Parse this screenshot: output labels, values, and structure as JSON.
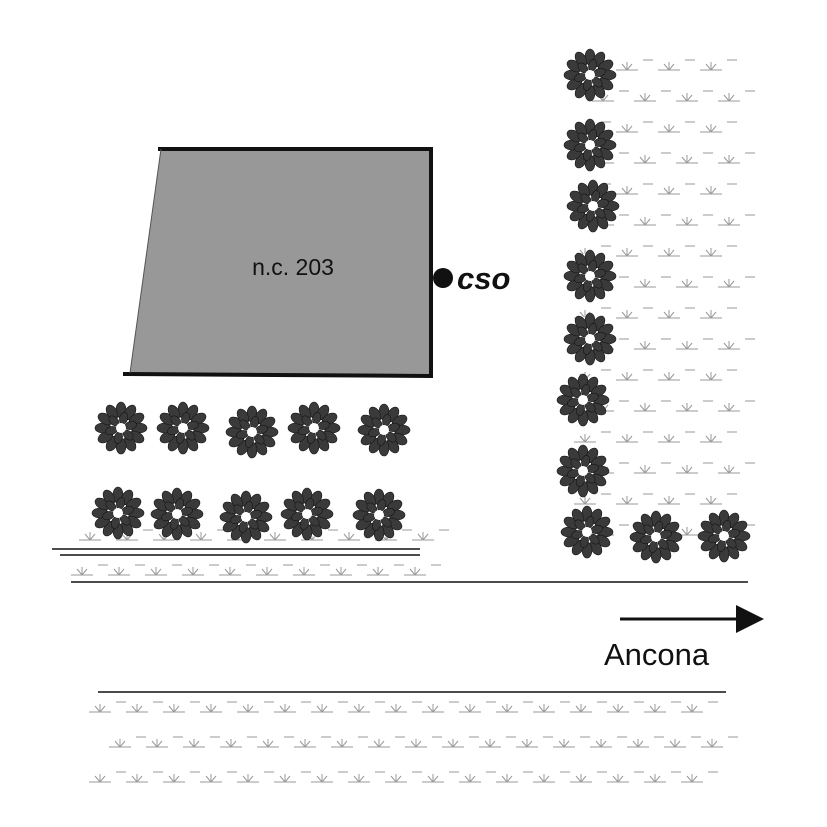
{
  "building": {
    "label": "n.c. 203",
    "fill": "#989898",
    "stroke": "#111111"
  },
  "monitor_point": {
    "label": "cso",
    "color": "#111111"
  },
  "direction": {
    "label": "Ancona",
    "arrow_icon": "arrow-right-icon"
  },
  "colors": {
    "line": "#111111",
    "tree": "#3a3a3a",
    "grass": "#9a9a9a"
  },
  "icons": {
    "tree": "shrub-icon",
    "grass": "grass-tuft-icon"
  }
}
